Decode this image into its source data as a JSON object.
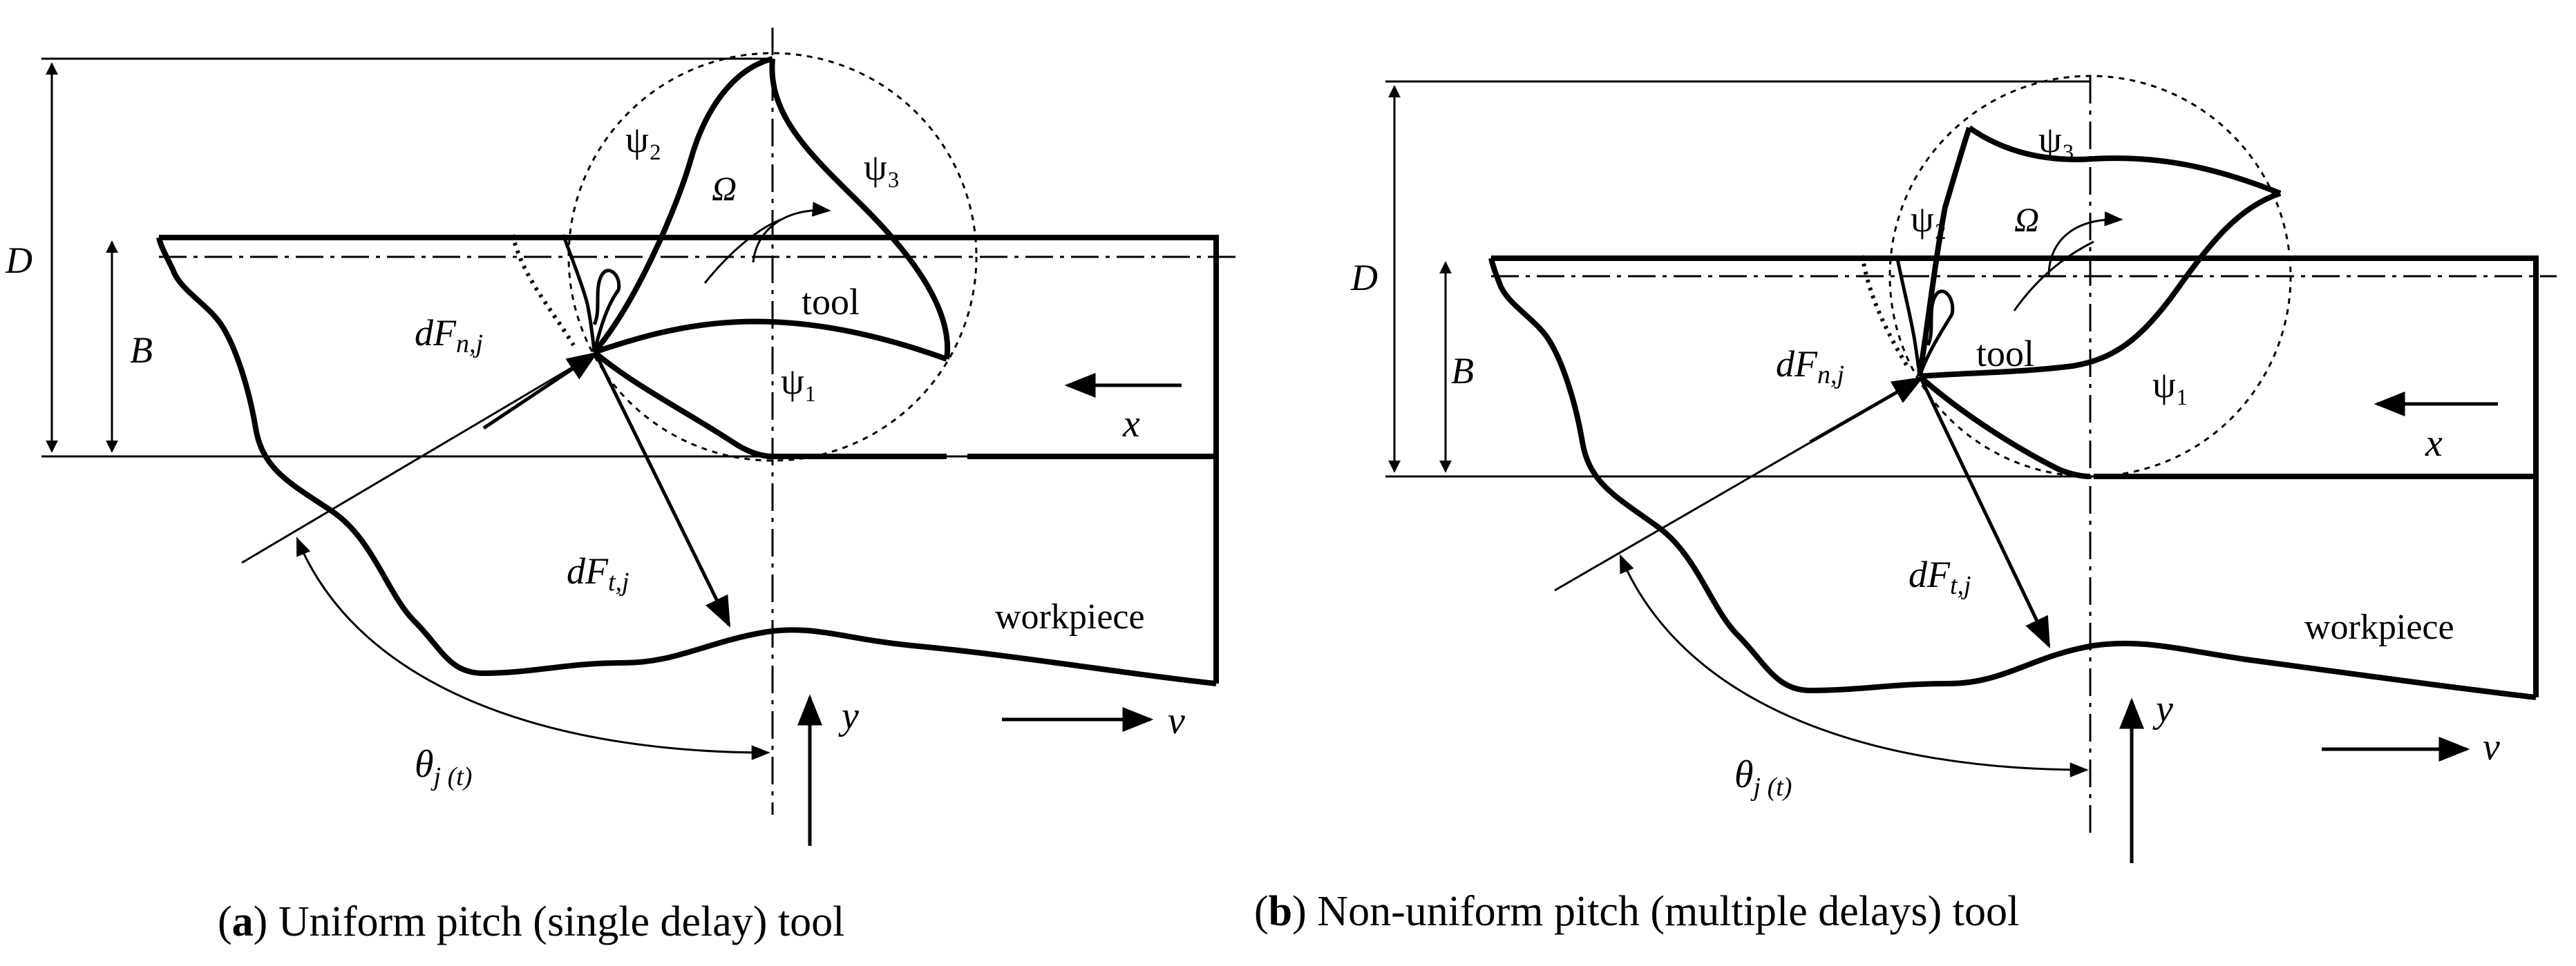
{
  "panel_a": {
    "label_D": "D",
    "label_B": "B",
    "psi1": "ψ₁",
    "psi2": "ψ₂",
    "psi3": "ψ₃",
    "omega": "Ω",
    "tool": "tool",
    "dFn_main": "dF",
    "dFn_sub": "n,j",
    "dFt_main": "dF",
    "dFt_sub": "t,j",
    "x": "x",
    "y": "y",
    "v": "v",
    "workpiece": "workpiece",
    "theta_main": "θ",
    "theta_sub": "j (t)",
    "caption_letter": "a",
    "caption_text": " Uniform pitch (single delay) tool"
  },
  "panel_b": {
    "label_D": "D",
    "label_B": "B",
    "psi1": "ψ₁",
    "psi2": "ψ₂",
    "psi3": "ψ₃",
    "omega": "Ω",
    "tool": "tool",
    "dFn_main": "dF",
    "dFn_sub": "n,j",
    "dFt_main": "dF",
    "dFt_sub": "t,j",
    "x": "x",
    "y": "y",
    "v": "v",
    "workpiece": "workpiece",
    "theta_main": "θ",
    "theta_sub": "j (t)",
    "caption_letter": "b",
    "caption_text": " Non-uniform pitch (multiple delays) tool"
  }
}
